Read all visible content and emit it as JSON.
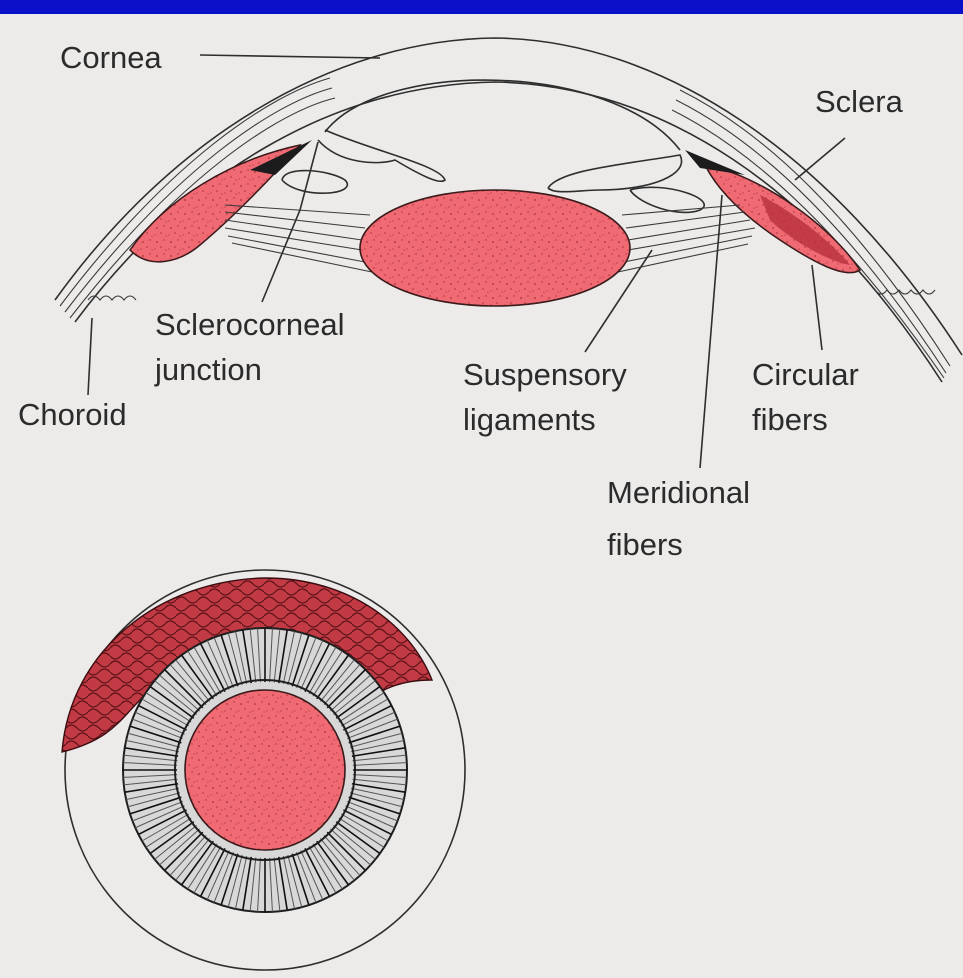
{
  "colors": {
    "background": "#000b9e",
    "paper": "#ecebea",
    "tissue_pink": "#f06a73",
    "tissue_dark_red": "#b6303a",
    "ink": "#2b2b2b"
  },
  "labels": {
    "cornea": "Cornea",
    "sclera": "Sclera",
    "sclerocorneal_1": "Sclerocorneal",
    "sclerocorneal_2": "junction",
    "choroid": "Choroid",
    "suspensory_1": "Suspensory",
    "suspensory_2": "ligaments",
    "circular_1": "Circular",
    "circular_2": "fibers",
    "meridional_1": "Meridional",
    "meridional_2": "fibers"
  }
}
